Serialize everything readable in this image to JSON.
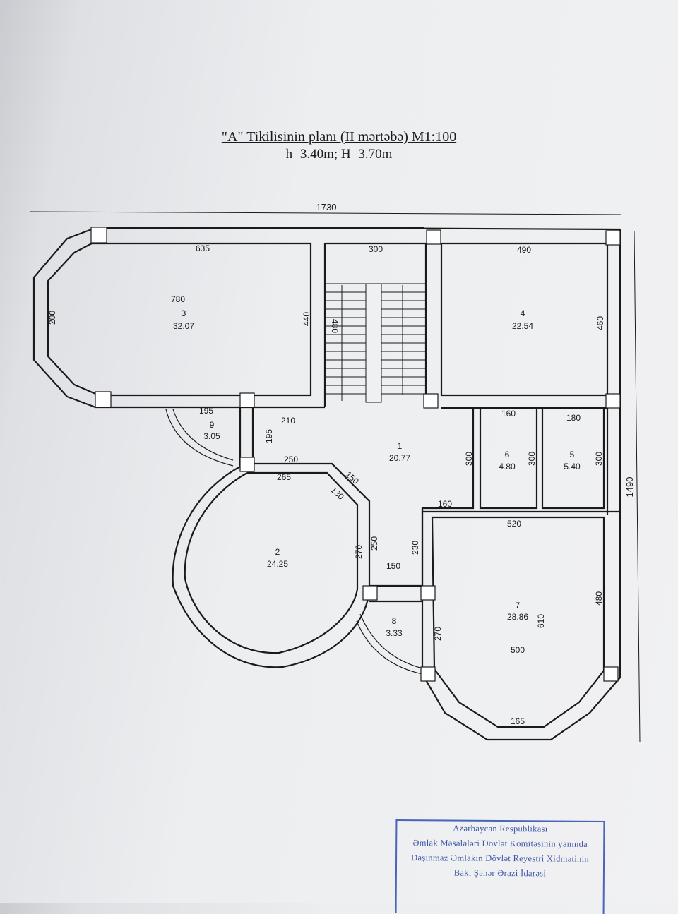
{
  "title": {
    "line1": "\"A\" Tikilisinin planı (II mərtəbə) M1:100",
    "line2": "h=3.40m; H=3.70m"
  },
  "overall_dimensions": {
    "width": "1730",
    "height": "1490"
  },
  "rooms": [
    {
      "number": "1",
      "area": "20.77"
    },
    {
      "number": "2",
      "area": "24.25"
    },
    {
      "number": "3",
      "area": "32.07"
    },
    {
      "number": "4",
      "area": "22.54"
    },
    {
      "number": "5",
      "area": "5.40"
    },
    {
      "number": "6",
      "area": "4.80"
    },
    {
      "number": "7",
      "area": "28.86"
    },
    {
      "number": "8",
      "area": "3.33"
    },
    {
      "number": "9",
      "area": "3.05"
    }
  ],
  "dimensions": [
    "635",
    "300",
    "490",
    "780",
    "200",
    "440",
    "480",
    "460",
    "195",
    "210",
    "195",
    "250",
    "265",
    "150",
    "130",
    "160",
    "180",
    "300",
    "300",
    "300",
    "160",
    "520",
    "270",
    "250",
    "230",
    "150",
    "270",
    "610",
    "500",
    "480",
    "165"
  ],
  "stamp": {
    "lines": [
      "Azərbaycan Respublikası",
      "Əmlak Məsələləri Dövlət Komitəsinin yanında",
      "Daşınmaz Əmlakın Dövlət Reyestri Xidmətinin",
      "Bakı Şəhər Ərazi İdarəsi"
    ]
  },
  "colors": {
    "ink": "#1a1a1a",
    "stamp": "#3f56a8",
    "paper": "#f1f1f3"
  }
}
